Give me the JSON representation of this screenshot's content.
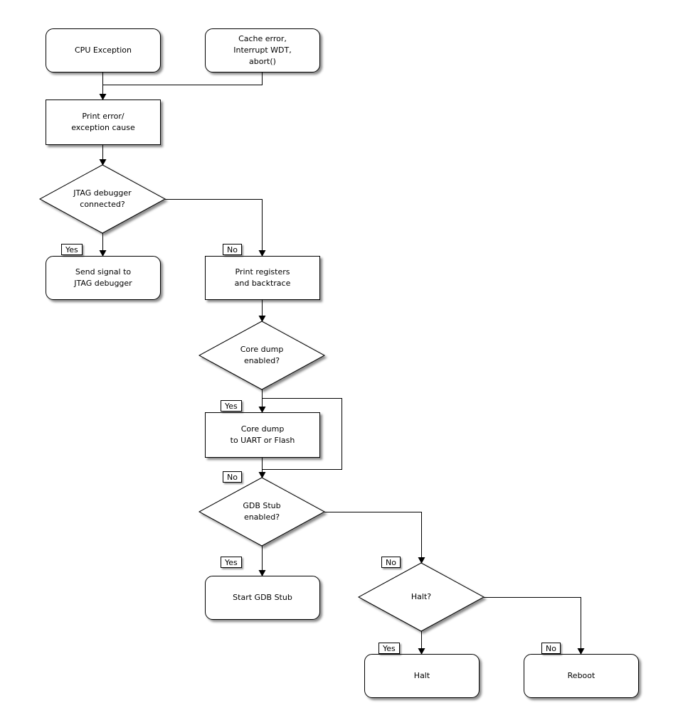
{
  "diagram": {
    "type": "flowchart",
    "colors": {
      "background": "#ffffff",
      "node_fill": "#ffffff",
      "line": "#000000",
      "text": "#000000",
      "shadow": "#9c9c9c"
    },
    "nodes": {
      "cpu_exception": {
        "shape": "rounded",
        "label": "CPU Exception"
      },
      "cache_error": {
        "shape": "rounded",
        "label": "Cache error,\nInterrupt WDT,\nabort()"
      },
      "print_error": {
        "shape": "process",
        "label": "Print error/\nexception cause"
      },
      "jtag_connected": {
        "shape": "decision",
        "label": "JTAG debugger\nconnected?"
      },
      "send_signal": {
        "shape": "rounded",
        "label": "Send signal to\nJTAG debugger"
      },
      "print_registers": {
        "shape": "process",
        "label": "Print registers\nand backtrace"
      },
      "core_dump_enabled": {
        "shape": "decision",
        "label": "Core dump\nenabled?"
      },
      "core_dump": {
        "shape": "process",
        "label": "Core dump\nto UART or Flash"
      },
      "gdb_stub_enabled": {
        "shape": "decision",
        "label": "GDB Stub\nenabled?"
      },
      "start_gdb_stub": {
        "shape": "rounded",
        "label": "Start GDB Stub"
      },
      "halt_decision": {
        "shape": "decision",
        "label": "Halt?"
      },
      "halt": {
        "shape": "rounded",
        "label": "Halt"
      },
      "reboot": {
        "shape": "rounded",
        "label": "Reboot"
      }
    },
    "branch_labels": {
      "jtag_yes": "Yes",
      "jtag_no": "No",
      "core_dump_yes": "Yes",
      "core_dump_no": "No",
      "gdb_yes": "Yes",
      "gdb_no": "No",
      "halt_yes": "Yes",
      "halt_no": "No"
    },
    "edges": [
      {
        "from": "cpu_exception",
        "to": "print_error"
      },
      {
        "from": "cache_error",
        "to": "print_error"
      },
      {
        "from": "print_error",
        "to": "jtag_connected"
      },
      {
        "from": "jtag_connected",
        "to": "send_signal",
        "label": "Yes"
      },
      {
        "from": "jtag_connected",
        "to": "print_registers",
        "label": "No"
      },
      {
        "from": "print_registers",
        "to": "core_dump_enabled"
      },
      {
        "from": "core_dump_enabled",
        "to": "core_dump",
        "label": "Yes"
      },
      {
        "from": "core_dump_enabled",
        "to": "gdb_stub_enabled",
        "label": "No"
      },
      {
        "from": "core_dump",
        "to": "gdb_stub_enabled"
      },
      {
        "from": "gdb_stub_enabled",
        "to": "start_gdb_stub",
        "label": "Yes"
      },
      {
        "from": "gdb_stub_enabled",
        "to": "halt_decision",
        "label": "No"
      },
      {
        "from": "halt_decision",
        "to": "halt",
        "label": "Yes"
      },
      {
        "from": "halt_decision",
        "to": "reboot",
        "label": "No"
      }
    ]
  }
}
